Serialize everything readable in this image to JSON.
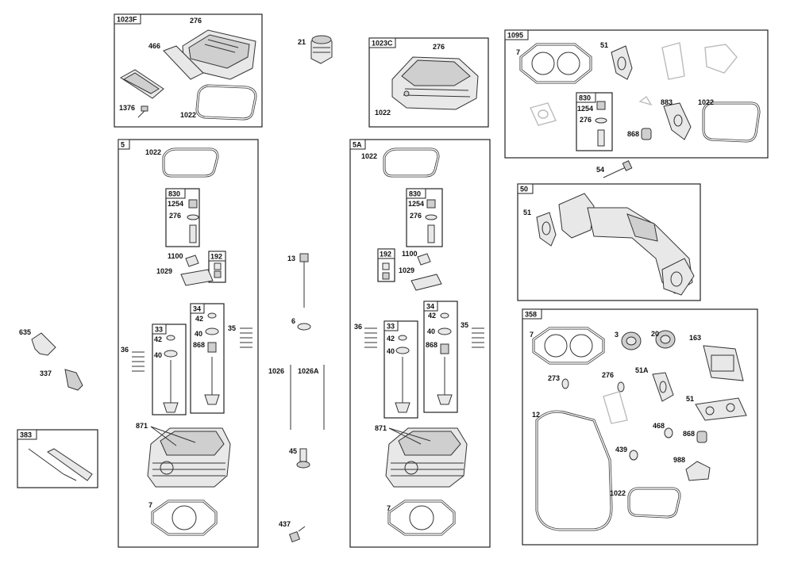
{
  "groups": [
    {
      "id": "1023F",
      "label": "1023F"
    },
    {
      "id": "1023C",
      "label": "1023C"
    },
    {
      "id": "1095",
      "label": "1095"
    },
    {
      "id": "5",
      "label": "5"
    },
    {
      "id": "5A",
      "label": "5A"
    },
    {
      "id": "50",
      "label": "50"
    },
    {
      "id": "358",
      "label": "358"
    },
    {
      "id": "383",
      "label": "383"
    },
    {
      "id": "830a",
      "label": "830"
    },
    {
      "id": "830b",
      "label": "830"
    },
    {
      "id": "830c",
      "label": "830"
    },
    {
      "id": "192a",
      "label": "192"
    },
    {
      "id": "192b",
      "label": "192"
    },
    {
      "id": "34a",
      "label": "34"
    },
    {
      "id": "34b",
      "label": "34"
    },
    {
      "id": "33a",
      "label": "33"
    },
    {
      "id": "33b",
      "label": "33"
    }
  ],
  "labels": [
    "276",
    "466",
    "1376",
    "1022",
    "21",
    "276",
    "1022",
    "7",
    "51",
    "1254",
    "276",
    "883",
    "1022",
    "868",
    "54",
    "51",
    "1022",
    "1254",
    "276",
    "1100",
    "1029",
    "13",
    "6",
    "42",
    "40",
    "868",
    "35",
    "42",
    "40",
    "36",
    "1026",
    "1026A",
    "871",
    "45",
    "7",
    "437",
    "1022",
    "1254",
    "276",
    "1100",
    "1029",
    "42",
    "40",
    "868",
    "35",
    "36",
    "42",
    "40",
    "871",
    "7",
    "635",
    "337",
    "7",
    "3",
    "20",
    "163",
    "273",
    "276",
    "51A",
    "12",
    "51",
    "468",
    "868",
    "439",
    "988",
    "1022"
  ]
}
